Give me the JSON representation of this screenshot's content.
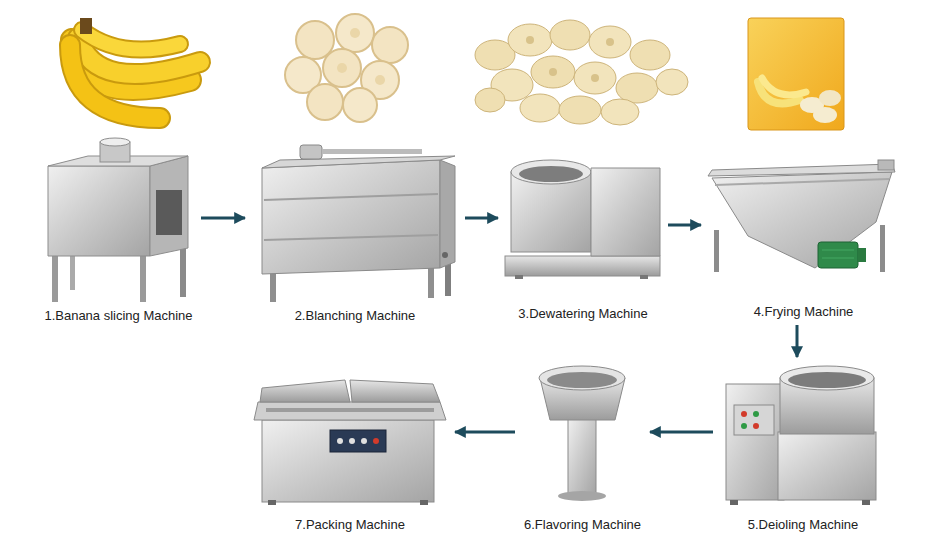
{
  "diagram": {
    "nodes": [
      {
        "text": [
          "1.Banana slicing Machine"
        ]
      },
      {
        "text": [
          "2.Blanching Machine"
        ]
      },
      {
        "text": [
          "3.Dewatering Machine"
        ]
      },
      {
        "text": [
          "4.Frying Machine"
        ]
      },
      {
        "text": [
          "5.Deioling Machine"
        ]
      },
      {
        "text": [
          "6.Flavoring Machine"
        ]
      },
      {
        "text": [
          "7.Packing Machine"
        ]
      }
    ],
    "edges": [
      {
        "from": 0,
        "to": 1,
        "arrow": "to"
      },
      {
        "from": 1,
        "to": 2,
        "arrow": "to"
      },
      {
        "from": 2,
        "to": 3,
        "arrow": "to"
      },
      {
        "from": 3,
        "to": 4,
        "arrow": "to"
      },
      {
        "from": 4,
        "to": 5,
        "arrow": "to"
      },
      {
        "from": 5,
        "to": 6,
        "arrow": "to"
      }
    ]
  }
}
